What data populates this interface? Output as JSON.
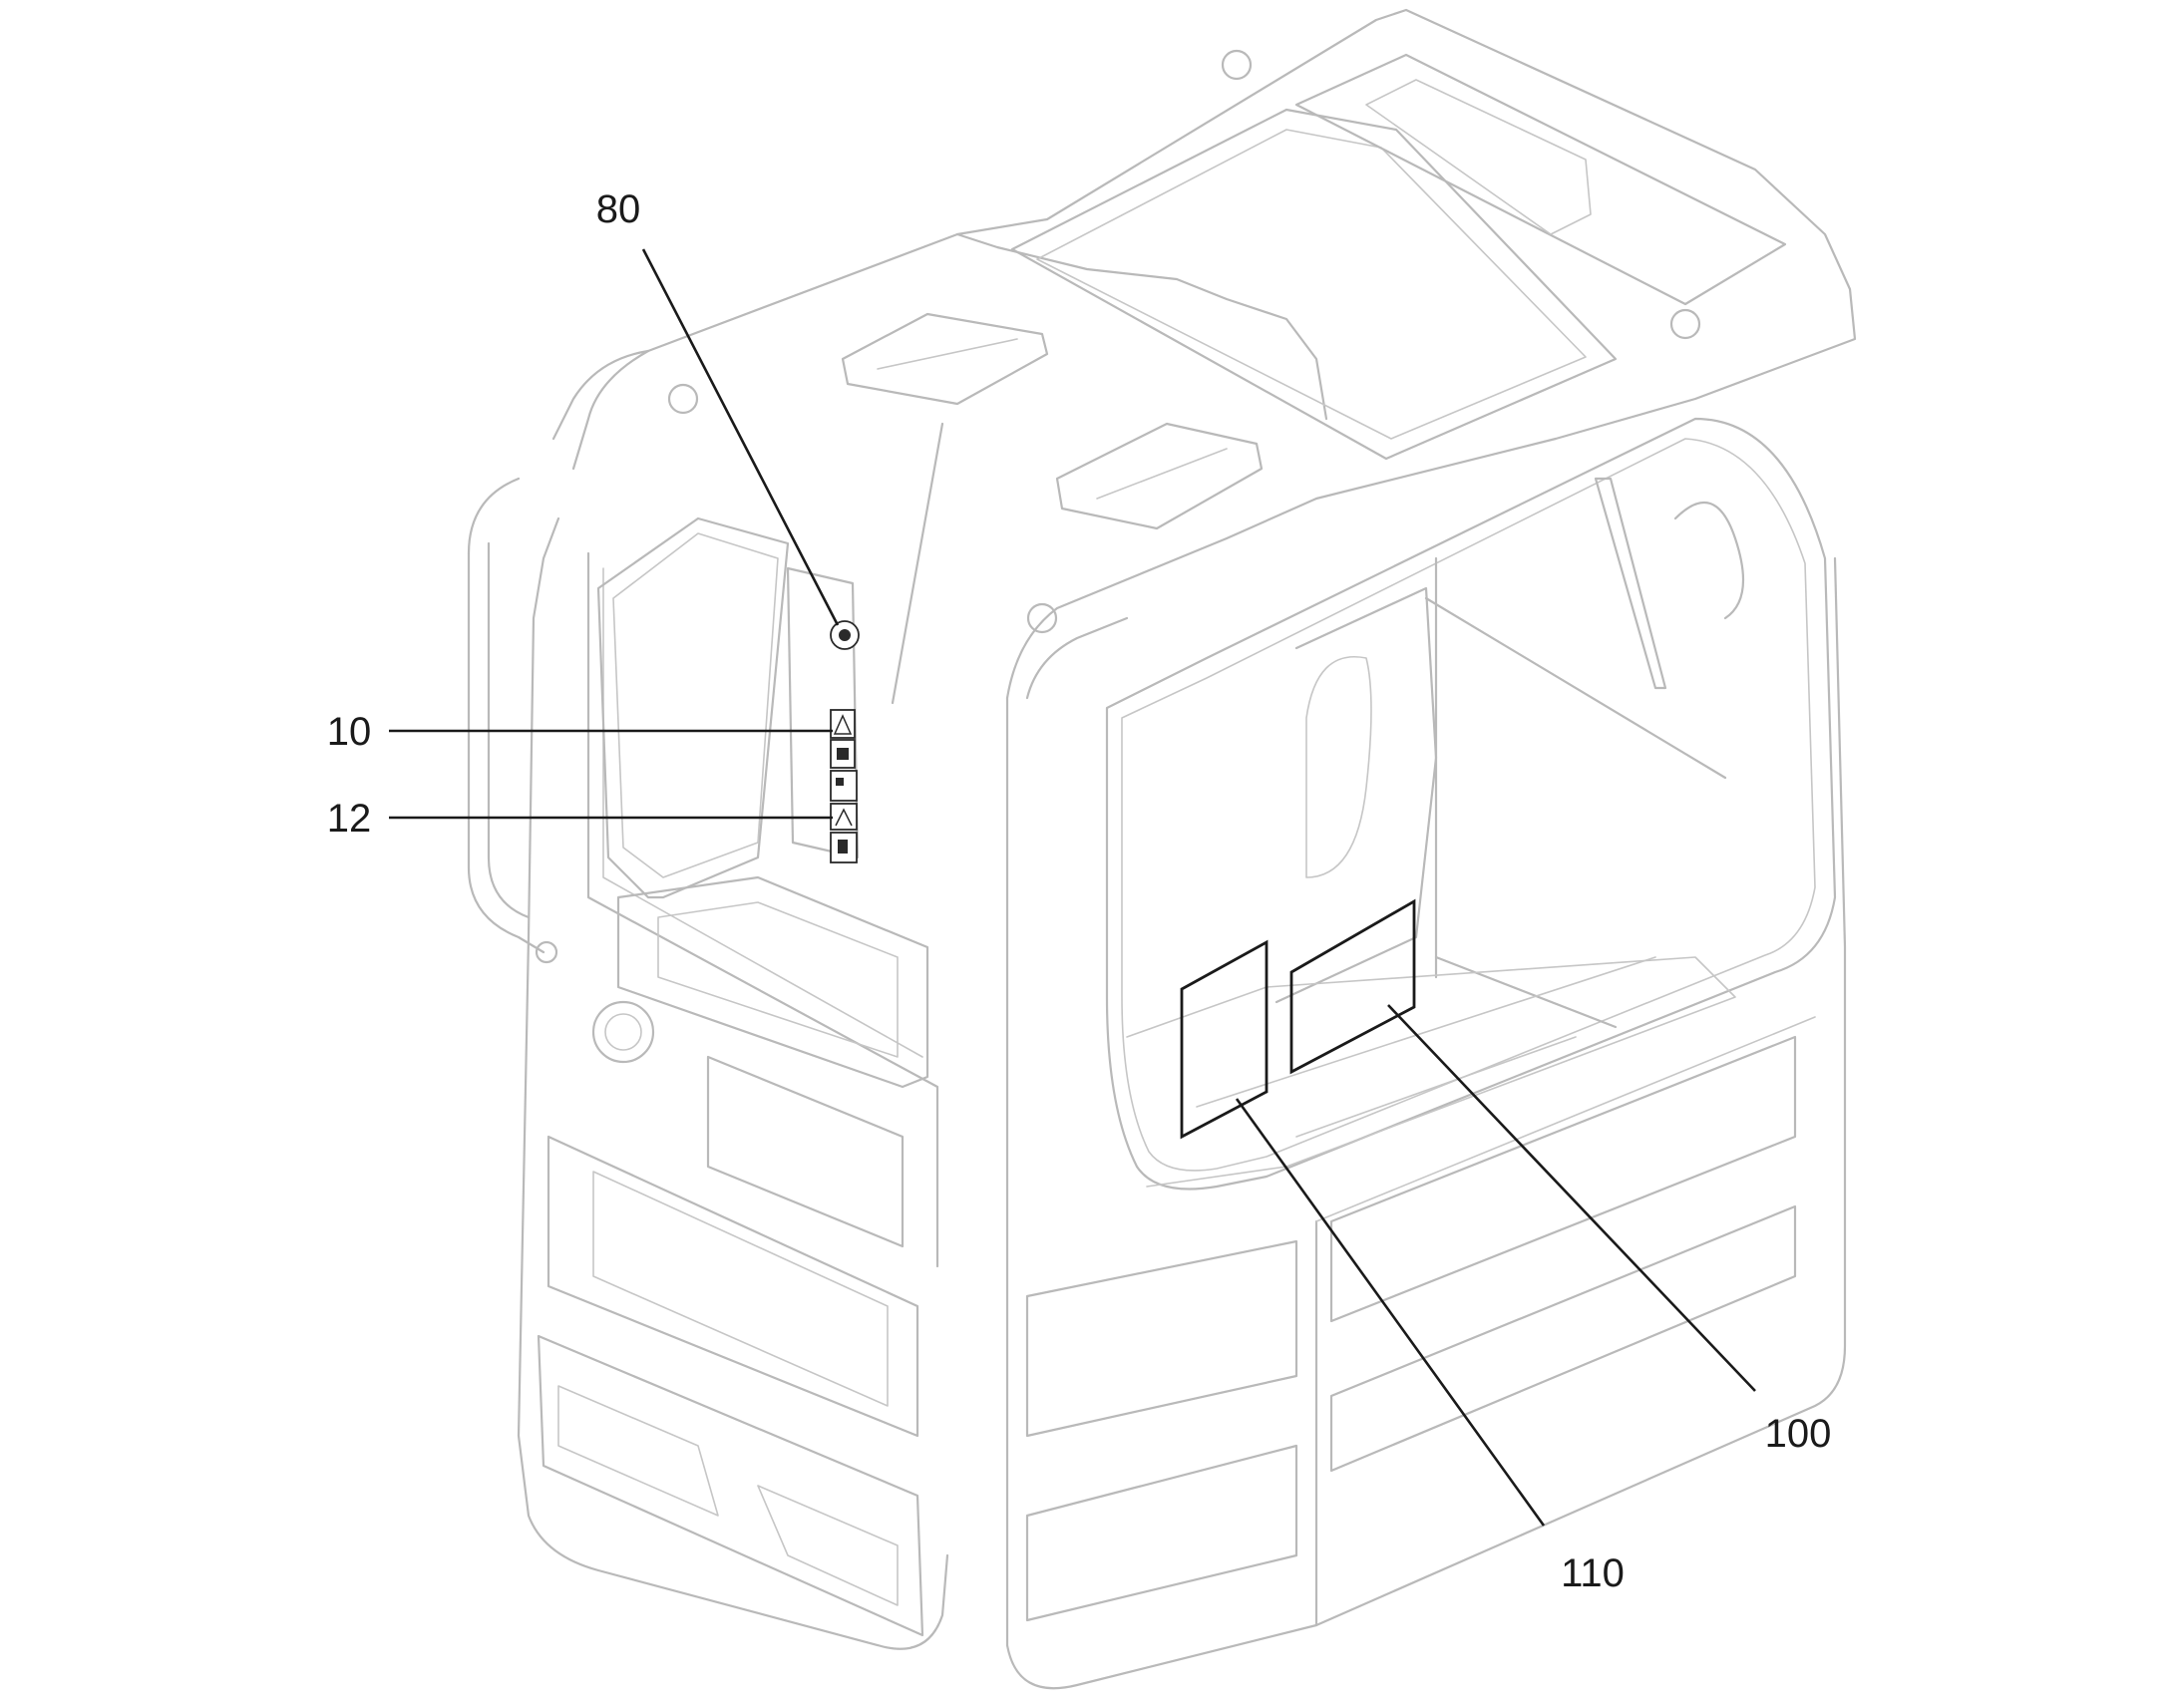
{
  "callouts": [
    {
      "id": "c80",
      "label": "80"
    },
    {
      "id": "c10",
      "label": "10"
    },
    {
      "id": "c12",
      "label": "12"
    },
    {
      "id": "c100",
      "label": "100"
    },
    {
      "id": "c110",
      "label": "110"
    }
  ]
}
